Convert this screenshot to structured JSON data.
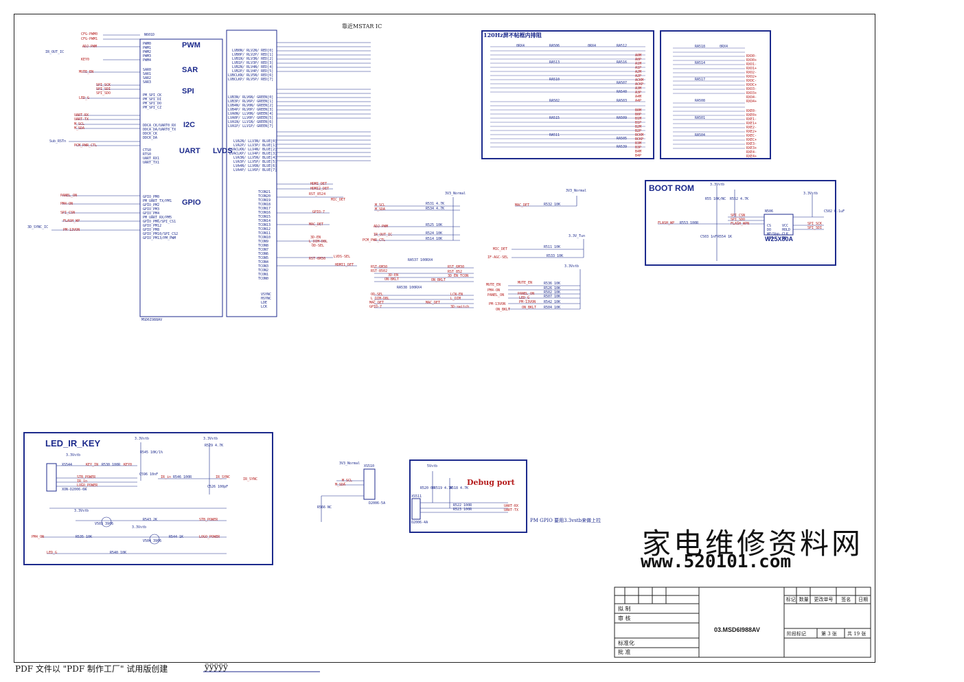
{
  "header": {
    "title": "靠近MSTAR IC",
    "chip_ref": "N601D",
    "chip_part": "MSD6I988AV",
    "left_labels": [
      "CFG-PWM0",
      "CFG-PWM1",
      "ADJ-PWM",
      "IR_OUT_IC",
      "KEY0",
      "MUTE_EN",
      "SPI_SCK",
      "SPI_SDI",
      "SPI_SDO",
      "LED_G",
      "UART-RX",
      "UART-TX",
      "M_SCL",
      "M_SDA",
      "Sub_RSTn",
      "PCM_PWR_CTL",
      "PANEL_ON",
      "PM4-ON",
      "SPI_CSN",
      "FLASH_WP",
      "3D_SYNC_IC",
      "PM-13VON"
    ]
  },
  "chip_sections": [
    "PWM",
    "SAR",
    "SPI",
    "I2C",
    "UART",
    "GPIO",
    "LVDS"
  ],
  "pin_groups": {
    "pwm": [
      "PWM0",
      "PWM1",
      "PWM2",
      "PWM3",
      "PWM4"
    ],
    "sar": [
      "SAR0",
      "SAR1",
      "SAR2",
      "SAR3"
    ],
    "spi": [
      "PM_SPI_CK",
      "PM_SPI_DI",
      "PM_SPI_DO",
      "PM_SPI_CZ"
    ],
    "i2c": [
      "DDCA_CK/UART0_RX",
      "DDCA_DA/UART0_TX",
      "DDCR_CK",
      "DDCR_DA"
    ],
    "uart": [
      "CTS0",
      "RTS0",
      "UART_RX1",
      "UART_TX1"
    ],
    "gpio": [
      "GPIO_PM0",
      "PM_UART_TX/PM1",
      "GPIO_PM2",
      "GPIO_PM3",
      "GPIO_PM4",
      "PM_UART_RX/PM5",
      "GPIO_PM6/SPI_CS1",
      "GPIO_PM12",
      "GPIO_PM8",
      "GPIO_PM10/SPI_CS2",
      "GPIO_PM13/PM_PWM"
    ],
    "lvds_red": [
      "LVB0N/ RLV2N/ RED[0]",
      "LVB0P/ RLV2P/ RED[1]",
      "LVB1N/ RLV3N/ RED[2]",
      "LVB1P/ RLV3P/ RED[3]",
      "LVB2N/ RLV4N/ RED[4]",
      "LVB2P/ RLV4P/ RED[5]",
      "LVBCLKN/ RLV5N/ RED[6]",
      "LVBCLKP/ RLV5P/ RED[7]"
    ],
    "lvds_green": [
      "LVB3N/ RLV6N/ GREEN[0]",
      "LVB3P/ RLV6P/ GREEN[1]",
      "LVB4N/ RLV0N/ GREEN[2]",
      "LVB4P/ RLV0P/ GREEN[3]",
      "LVA0N/ LLV0N/ GREEN[4]",
      "LVA0P/ LLV0P/ GREEN[5]",
      "LVA1N/ LLV1N/ GREEN[6]",
      "LVA1P/ LLV1P/ GREEN[7]"
    ],
    "lvds_blue": [
      "LVA2N/ LLV3N/ BLUE[0]",
      "LVA2P/ LLV3P/ BLUE[1]",
      "LVACLKN/ LLV4N/ BLUE[2]",
      "LVACLKP/ LLV4P/ BLUE[3]",
      "LVA3N/ LLV5N/ BLUE[4]",
      "LVA3P/ LLV5P/ BLUE[5]",
      "LVA4N/ LLV6N/ BLUE[6]",
      "LVA4P/ LLV6P/ BLUE[7]"
    ],
    "tcon": [
      "TCON21",
      "TCON20",
      "TCON19",
      "TCON18",
      "TCON17",
      "TCON16",
      "TCON15",
      "TCON14",
      "TCON13",
      "TCON12",
      "TCON11",
      "TCON10",
      "TCON9",
      "TCON8",
      "TCON7",
      "TCON6",
      "TCON5",
      "TCON4",
      "TCON3",
      "TCON2",
      "TCON1",
      "TCON0"
    ],
    "sync": [
      "VSYNC",
      "HSYNC",
      "LDE",
      "LCK"
    ]
  },
  "tcon_signals": [
    "HDMI_DET",
    "HDMI2_DET",
    "RST_8524",
    "MIC_DET",
    "GPIO-7",
    "MAC_DET",
    "3D-EN",
    "L_DIM-DBL",
    "OD-SEL",
    "LVDS-SEL",
    "RST-6M30",
    "HDMI1_DET"
  ],
  "mid_section": {
    "power_net": "3V3_Normal",
    "signals": [
      "M_SCL",
      "M_SDA",
      "ADJ-PWM",
      "IR_OUT_IC",
      "PCM_PWR_CTL",
      "RST-6M30",
      "RST-8502",
      "3D-EN",
      "ON-BKLT",
      "OD-SEL",
      "L_DIM-DBL",
      "MAC_DET",
      "GPIO-7"
    ],
    "resistors": [
      "R531 4.7K",
      "R534 4.7K",
      "R525 10K",
      "R524 10K",
      "R514 10K",
      "RA537 100RX4",
      "RA538 100RX4"
    ],
    "outputs": [
      "RST_6M30",
      "RST_852",
      "3D_EN_TCON",
      "ON_BKLT",
      "LCN-EN",
      "L_DIM",
      "MAC_DET",
      "3D-switch"
    ]
  },
  "right_mid": {
    "nets": [
      "3V3_Normal",
      "3.3V_Tun",
      "3.3Vstb"
    ],
    "signals": [
      "MAC_DET",
      "MIC_DET",
      "IF-AGC-SEL",
      "MUTE_EN",
      "PM4-ON",
      "PANEL_ON",
      "PM-13VON",
      "ON_BKLT",
      "MUTE_EN",
      "PANEL_ON",
      "LED_G",
      "PM-13VON",
      "ON_BKLT"
    ],
    "resistors": [
      "R532 10K",
      "R511 10K",
      "R533 10K",
      "R536 10K",
      "R526 10K",
      "R502 10K",
      "R507 10K",
      "R542 10K",
      "R504 10K"
    ]
  },
  "panel_box": {
    "title": "120Hz屏不帖框内排阻",
    "resnets": [
      "RA506",
      "RA512",
      "RA513",
      "RA516",
      "RA510",
      "RA507",
      "RA540",
      "RA502",
      "RA503",
      "RA515",
      "RA509",
      "RA511",
      "RA505",
      "RA539"
    ],
    "value": "0RX4",
    "outputs": [
      "A0M",
      "A0P",
      "A1M",
      "A1P",
      "A2M",
      "A2P",
      "ACKM",
      "ACKP",
      "A3M",
      "A3P",
      "A4M",
      "A4P",
      "B0M",
      "B0P",
      "B1M",
      "B1P",
      "B2M",
      "B2P",
      "BCKM",
      "BCKP",
      "B3M",
      "B3P",
      "B4M",
      "B4P"
    ]
  },
  "rx_box": {
    "resnets": [
      "RA518",
      "RA514",
      "RA517",
      "RA508",
      "RA501",
      "RA504"
    ],
    "value": "0RX4",
    "outputs": [
      "RXO0-",
      "RXO0+",
      "RXO1-",
      "RXO1+",
      "RXO2-",
      "RXO2+",
      "RXOC-",
      "RXOC+",
      "RXO3-",
      "RXO3+",
      "RXO4-",
      "RXO4+",
      "RXE0-",
      "RXE0+",
      "RXE1-",
      "RXE1+",
      "RXE2-",
      "RXE2+",
      "RXEC-",
      "RXEC+",
      "RXE3-",
      "RXE3+",
      "RXE4-",
      "RXE4+"
    ]
  },
  "boot_rom": {
    "title": "BOOT ROM",
    "chip_ref": "N506",
    "chip_part": "W25X80A",
    "power": "3.3Vstb",
    "pins_left": [
      "CS",
      "DO",
      "WP/Vpp",
      "VSS"
    ],
    "pins_right": [
      "VCC",
      "HOLD",
      "CLK",
      "DI"
    ],
    "signals": [
      "FLASH_WP",
      "SPI_CSN",
      "SPI_SDO",
      "FLASH_WPN",
      "SPI_SCK",
      "SPI_SDI"
    ],
    "parts": [
      "R55 10K/NC",
      "R552 4.7K",
      "R553 100R",
      "C503 1nF",
      "R554 1K",
      "C502 0.1uF"
    ]
  },
  "led_ir_key": {
    "title": "LED_IR_KEY",
    "connector": "XS544",
    "connector_part": "XON-D2006-6W",
    "signals": [
      "KEY_IN",
      "STB_POWER",
      "IR_in",
      "LOGO_POWER",
      "KEY0",
      "IR_in",
      "IR_SYNC",
      "IR_SYNC",
      "STB_POWER",
      "PM4_ON",
      "LOGO_POWER",
      "LED_G"
    ],
    "parts": [
      "R530 100R",
      "R545 10K/1%",
      "C596 10nF",
      "R546 100R",
      "C526 100pF",
      "R529 4.7K",
      "V503 3906",
      "V504 3906",
      "R543 2K",
      "R535 10K",
      "R544 1K",
      "R540 10K"
    ],
    "power": "3.3Vstb"
  },
  "i2c_header": {
    "net": "3V3_Normal",
    "connector": "XS510",
    "connector_part": "D2006-5A",
    "signals": [
      "M_SCL",
      "M_SDA"
    ],
    "resistor": "R566 NC"
  },
  "debug_port": {
    "title": "Debug port",
    "net": "5Vstb",
    "connector": "XS511",
    "connector_part": "D2006-4A",
    "parts": [
      "R520 0R",
      "R519 4.7K",
      "R518 4.7K",
      "R522 100R",
      "R523 100R"
    ],
    "signals": [
      "UART-RX",
      "UART-TX"
    ]
  },
  "note": "PM GPIO 要用3.3vstb来做上拉",
  "watermark": {
    "line1": "家电维修资料网",
    "line2": "www.520101.com"
  },
  "title_block": {
    "headers": [
      "标记",
      "数量",
      "更改单号",
      "签名",
      "日期"
    ],
    "rows": [
      "拟 制",
      "审 核",
      "标准化",
      "批 准"
    ],
    "drawing_no": "03.MSD6I988AV",
    "stage_label": "阶段标记",
    "sheet": "第 3 张",
    "total": "共 19 张"
  },
  "footer": {
    "text": "PDF 文件以 \"PDF 制作工厂\" 试用版创建",
    "link": "ÿÿÿÿÿ"
  },
  "colors": {
    "wire": "#1c2a8c",
    "net_label": "#b41a1a",
    "border": "#222222"
  }
}
